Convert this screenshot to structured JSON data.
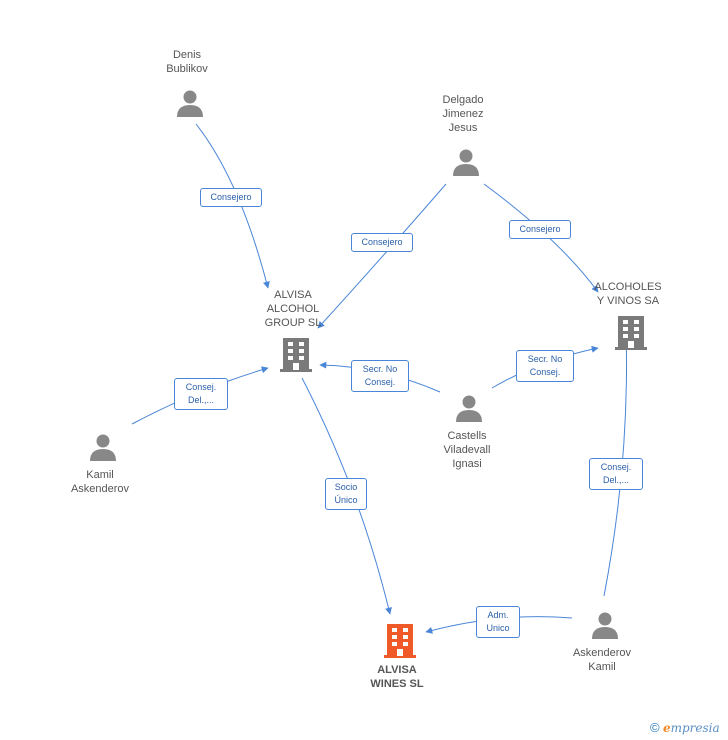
{
  "colors": {
    "edge": "#4a86d8",
    "person_icon": "#888888",
    "company_icon": "#7a7a7a",
    "main_company_icon": "#f05a28"
  },
  "nodes": {
    "denis": {
      "label": "Denis\nBublikov",
      "icon": "person-icon"
    },
    "delgado": {
      "label": "Delgado\nJimenez\nJesus",
      "icon": "person-icon"
    },
    "alvisa_group": {
      "label": "ALVISA\nALCOHOL\nGROUP SL",
      "icon": "building-icon"
    },
    "alcoholes": {
      "label": "ALCOHOLES\nY VINOS SA",
      "icon": "building-icon"
    },
    "castells": {
      "label": "Castells\nViladevall\nIgnasi",
      "icon": "person-icon"
    },
    "kamil_left": {
      "label": "Kamil\nAskenderov",
      "icon": "person-icon"
    },
    "alvisa_wines": {
      "label": "ALVISA\nWINES SL",
      "icon": "building-icon"
    },
    "askenderov_right": {
      "label": "Askenderov\nKamil",
      "icon": "person-icon"
    }
  },
  "edges": {
    "e1": "Consejero",
    "e2": "Consejero",
    "e3": "Consejero",
    "e4": "Secr.  No\nConsej.",
    "e5": "Secr.  No\nConsej.",
    "e6": "Consej.\nDel.,...",
    "e7": "Socio\nÚnico",
    "e8": "Consej.\nDel.,...",
    "e9": "Adm.\nUnico"
  },
  "credit": {
    "symbol": "©",
    "brand_initial": "e",
    "brand_rest": "mpresia"
  }
}
